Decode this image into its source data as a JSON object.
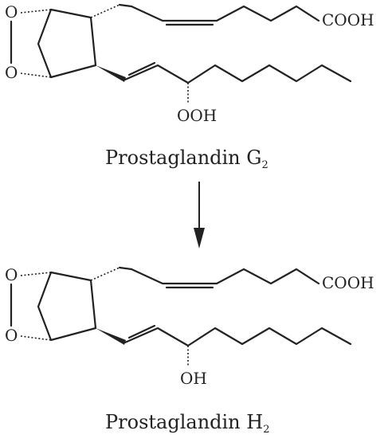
{
  "molecules": [
    {
      "id": "g2",
      "name": "Prostaglandin G",
      "name_subscript": "2",
      "ring_oxygen_top": "O",
      "ring_oxygen_bottom": "O",
      "acid_group": "COOH",
      "side_group": "OOH"
    },
    {
      "id": "h2",
      "name": "Prostaglandin H",
      "name_subscript": "2",
      "ring_oxygen_top": "O",
      "ring_oxygen_bottom": "O",
      "acid_group": "COOH",
      "side_group": "OH"
    }
  ],
  "arrow": {
    "direction": "down",
    "color": "#222222"
  }
}
